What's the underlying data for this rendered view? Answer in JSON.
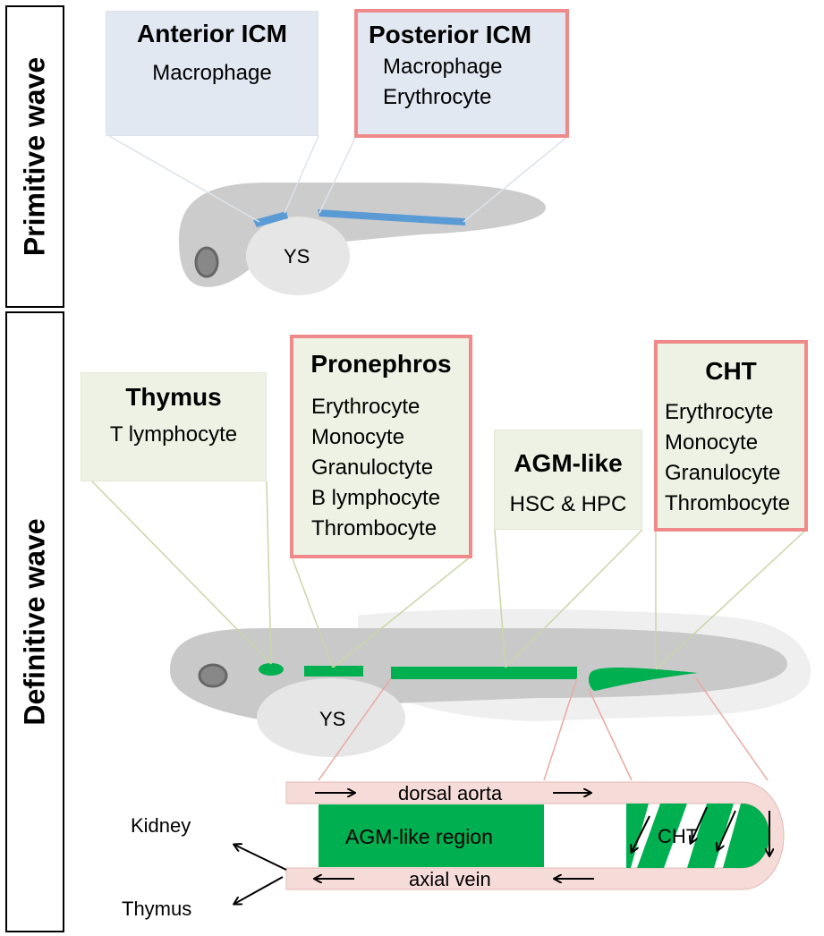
{
  "sections": {
    "primitive": "Primitive wave",
    "definitive": "Definitive wave"
  },
  "primitive_cards": [
    {
      "title": "Anterior ICM",
      "items": [
        "Macrophage"
      ]
    },
    {
      "title": "Posterior ICM",
      "items": [
        "Macrophage",
        "Erythrocyte"
      ]
    }
  ],
  "definitive_cards": [
    {
      "title": "Thymus",
      "items": [
        "T lymphocyte"
      ]
    },
    {
      "title": "Pronephros",
      "items": [
        "Erythrocyte",
        "Monocyte",
        "Granuloctyte",
        "B lymphocyte",
        "Thrombocyte"
      ]
    },
    {
      "title": "AGM-like",
      "items": [
        "HSC & HPC"
      ]
    },
    {
      "title": "CHT",
      "items": [
        "Erythrocyte",
        "Monocyte",
        "Granulocyte",
        "Thrombocyte"
      ]
    }
  ],
  "embryo_labels": {
    "yolk_top": "YS",
    "yolk_bottom": "YS"
  },
  "vessel": {
    "dorsal": "dorsal aorta",
    "axial": "axial vein",
    "agm_region": "AGM-like region",
    "cht": "CHT"
  },
  "outputs": [
    "Kidney",
    "Thymus"
  ],
  "colors": {
    "primitive_box": "#e1e8f1",
    "definitive_box": "#eef2e4",
    "highlight_border": "#f08a8a",
    "primitive_tissue": "#5b9bd5",
    "definitive_tissue": "#00b050",
    "vessel": "#f6dcd9"
  }
}
